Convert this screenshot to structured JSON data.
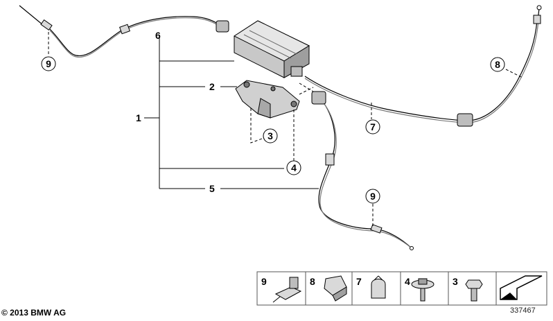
{
  "callouts": {
    "c1": "1",
    "c2": "2",
    "c3": "3",
    "c4": "4",
    "c5": "5",
    "c6": "6",
    "c7": "7",
    "c8": "8",
    "c9a": "9",
    "c9b": "9"
  },
  "parts_strip": [
    "9",
    "8",
    "7",
    "4",
    "3"
  ],
  "footer": {
    "copyright": "© 2013 BMW AG",
    "diagram_number": "337467"
  },
  "colors": {
    "line": "#000000",
    "part_fill": "#d9d9d9",
    "part_dark": "#8c8c8c",
    "strip_border": "#555555"
  }
}
